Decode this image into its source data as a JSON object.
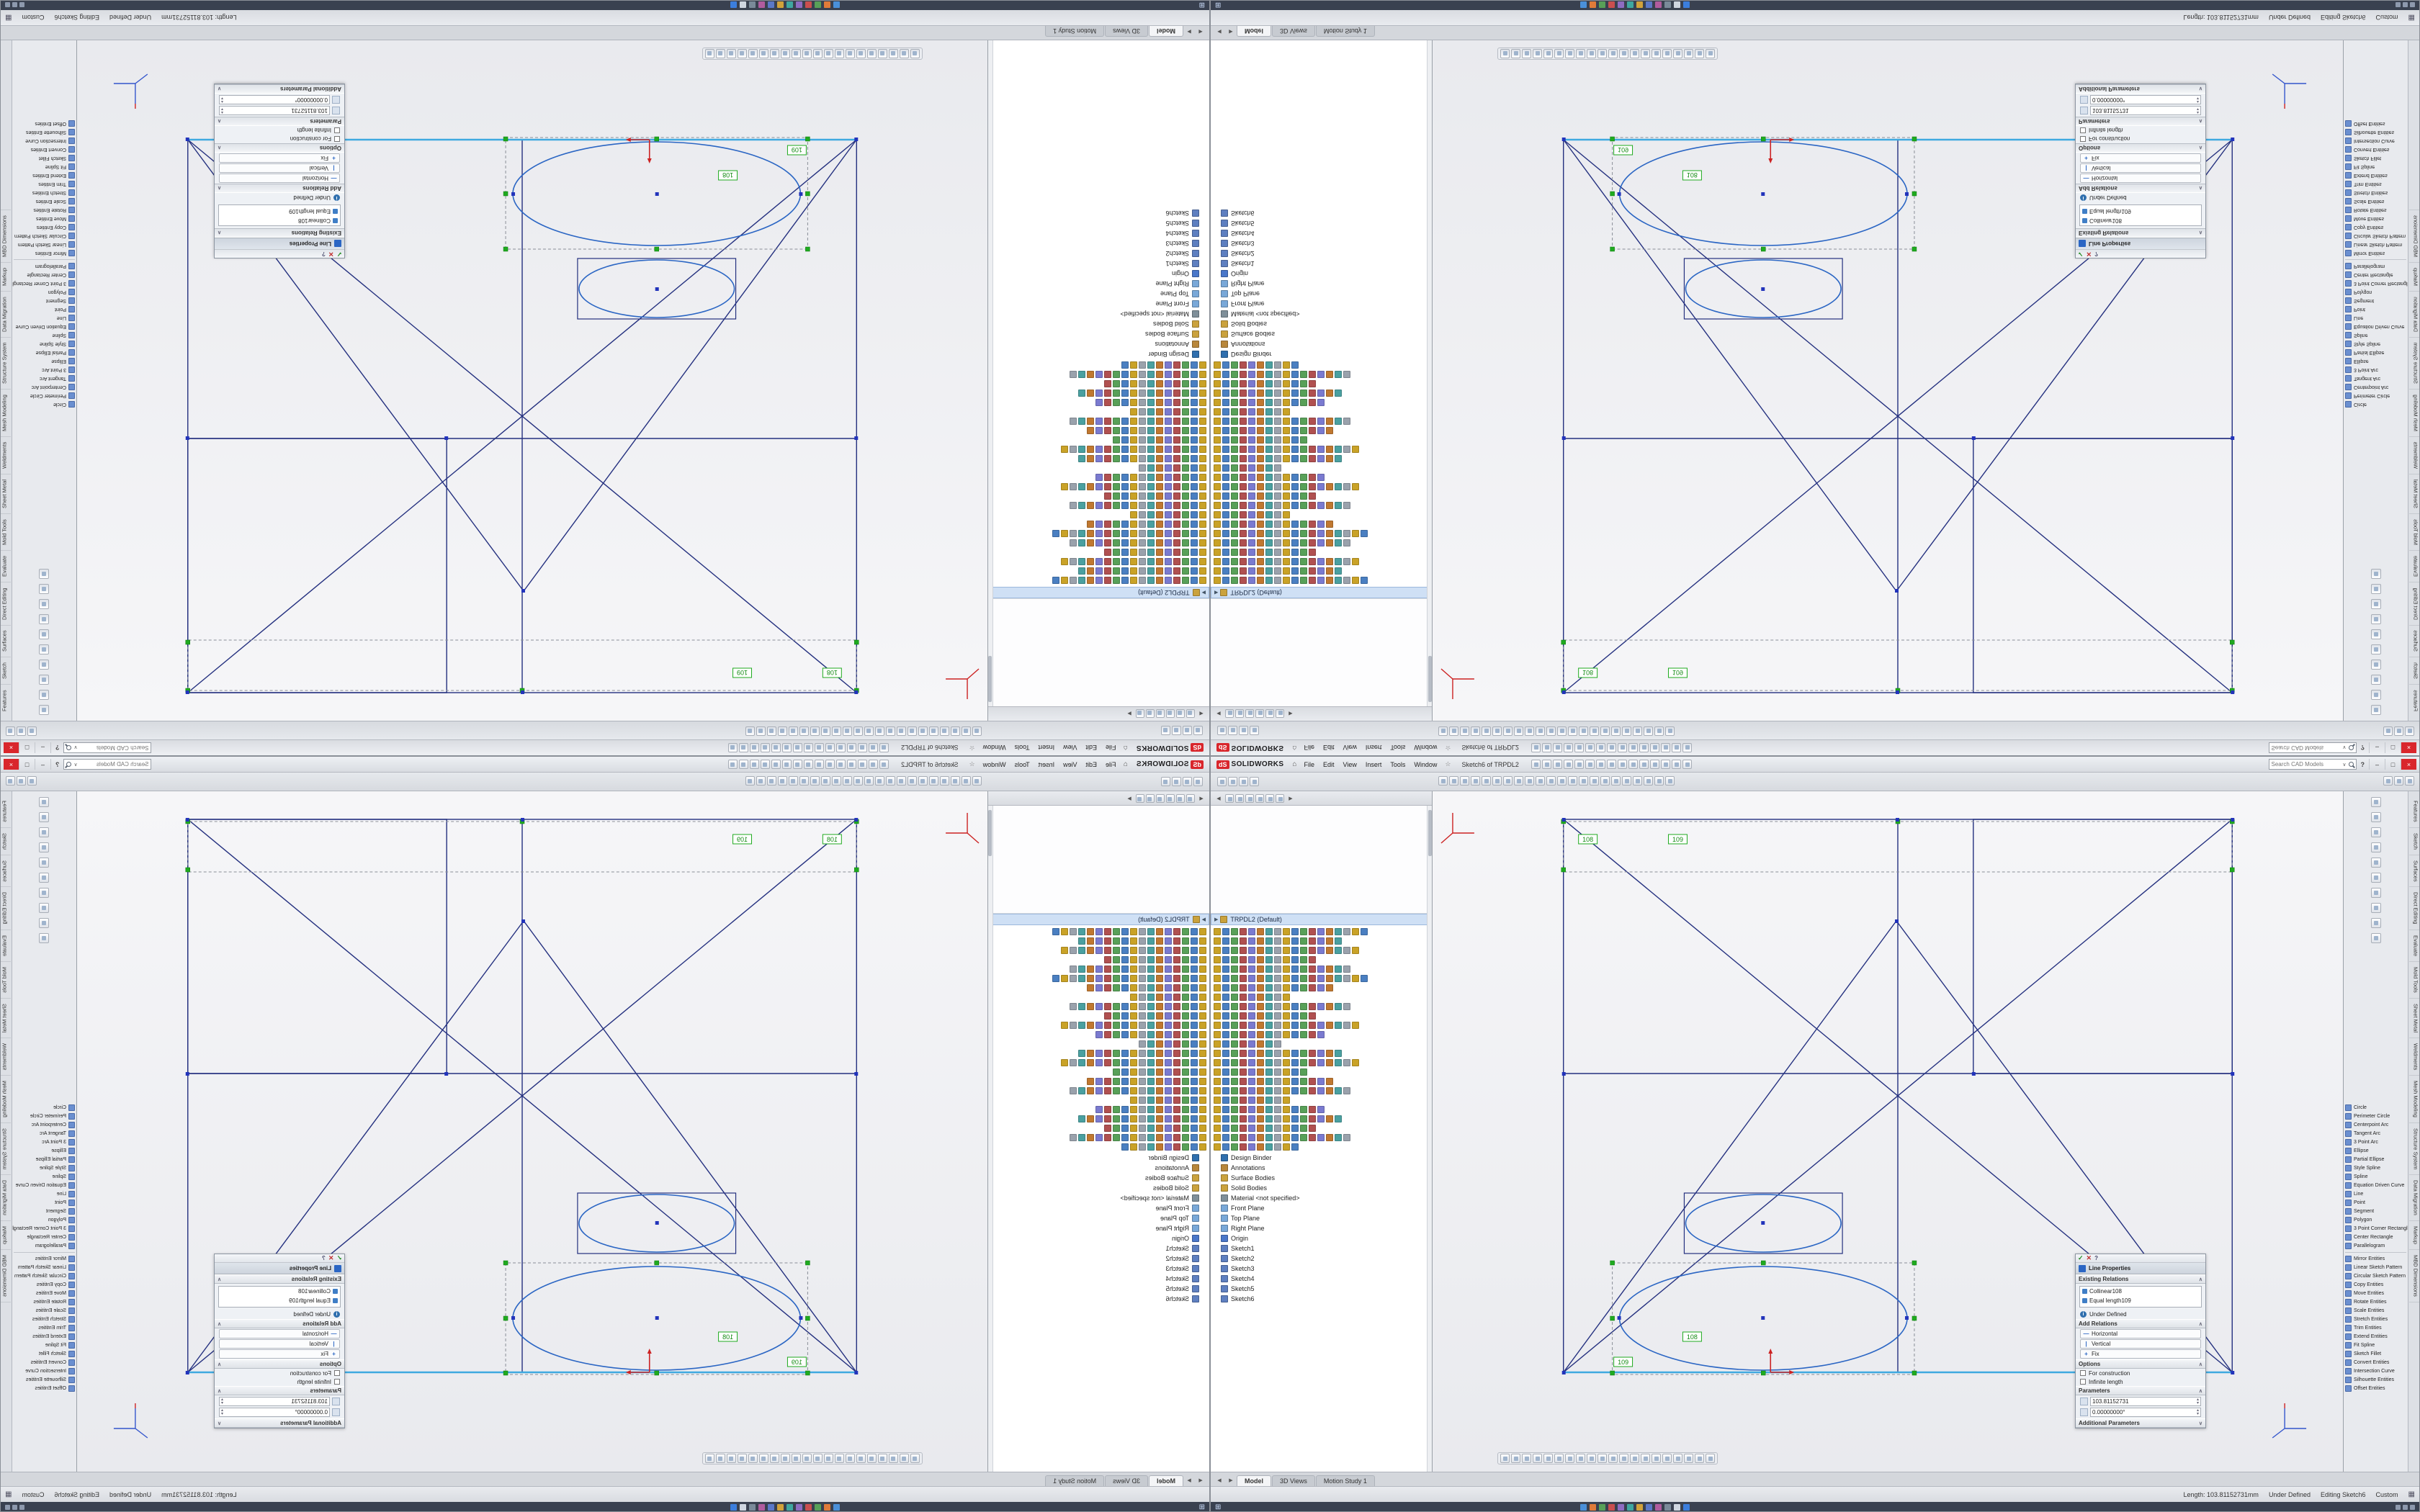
{
  "window": {
    "logo_mark": "dS",
    "brand": "SOLIDWORKS",
    "home_glyph": "⌂",
    "menus": [
      "File",
      "Edit",
      "View",
      "Insert",
      "Tools",
      "Window"
    ],
    "favorite_glyph": "☆",
    "title": "Sketch6 of TRPDL2",
    "search_placeholder": "Search CAD Models",
    "help_label": "?",
    "window_buttons": [
      "–",
      "□",
      "×"
    ]
  },
  "command_tabs": [
    "Features",
    "Sketch",
    "Surfaces",
    "Direct Editing",
    "Evaluate",
    "Mold Tools",
    "Sheet Metal",
    "Weldments",
    "Mesh Modeling",
    "Structure System",
    "Data Migration",
    "Markup",
    "MBD Dimensions"
  ],
  "sketch_toolbar": [
    "Circle",
    "Perimeter Circle",
    "Centerpoint Arc",
    "Tangent Arc",
    "3 Point Arc",
    "Ellipse",
    "Partial Ellipse",
    "Style Spline",
    "Spline",
    "Equation Driven Curve",
    "Line",
    "Point",
    "Segment",
    "Polygon",
    "3 Point Corner Rectangle",
    "Center Rectangle",
    "Parallelogram",
    "",
    "Mirror Entities",
    "Linear Sketch Pattern",
    "Circular Sketch Pattern",
    "Copy Entities",
    "Move Entities",
    "Rotate Entities",
    "Scale Entities",
    "Stretch Entities",
    "Trim Entities",
    "Extend Entities",
    "Fit Spline",
    "Sketch Fillet",
    "Convert Entities",
    "Intersection Curve",
    "Silhouette Entities",
    "Offset Entities"
  ],
  "feature_tree": {
    "root": "TRPDL2 (Default)",
    "items": [
      {
        "label": "Design Binder",
        "icon": "binder"
      },
      {
        "label": "Annotations",
        "icon": "annotations"
      },
      {
        "label": "Surface Bodies",
        "icon": "folder"
      },
      {
        "label": "Solid Bodies",
        "icon": "folder"
      },
      {
        "label": "Material <not specified>",
        "icon": "material"
      },
      {
        "label": "Front Plane",
        "icon": "plane"
      },
      {
        "label": "Top Plane",
        "icon": "plane"
      },
      {
        "label": "Right Plane",
        "icon": "plane"
      },
      {
        "label": "Origin",
        "icon": "origin"
      },
      {
        "label": "Sketch1",
        "icon": "sketch"
      },
      {
        "label": "Sketch2",
        "icon": "sketch"
      },
      {
        "label": "Sketch3",
        "icon": "sketch"
      },
      {
        "label": "Sketch4",
        "icon": "sketch"
      },
      {
        "label": "Sketch5",
        "icon": "sketch"
      },
      {
        "label": "Sketch6",
        "icon": "sketch"
      }
    ],
    "dense_icon_rows": [
      18,
      15,
      17,
      12,
      16,
      18,
      14,
      9,
      16,
      12,
      17,
      13,
      8,
      15,
      17,
      11,
      14,
      16,
      9,
      13,
      15,
      12,
      16,
      10
    ]
  },
  "property_manager": {
    "title": "Line Properties",
    "ok_glyph": "✓",
    "cancel_glyph": "✕",
    "help_glyph": "?",
    "sections": {
      "existing": "Existing Relations",
      "relations": [
        "Collinear108",
        "Equal length109"
      ],
      "information": "Under Defined",
      "add_relations": "Add Relations",
      "relation_buttons": [
        {
          "label": "Horizontal",
          "glyph": "—"
        },
        {
          "label": "Vertical",
          "glyph": "|"
        },
        {
          "label": "Fix",
          "glyph": "+"
        }
      ],
      "options": "Options",
      "option_checks": [
        "For construction",
        "Infinite length"
      ],
      "parameters": "Parameters",
      "param_values": [
        "103.81152731",
        "0.00000000°"
      ],
      "additional": "Additional Parameters"
    }
  },
  "graphics": {
    "relation_tags": [
      "108",
      "109",
      "109",
      "108"
    ]
  },
  "model_tabs": [
    {
      "label": "Model",
      "active": true
    },
    {
      "label": "3D Views",
      "active": false
    },
    {
      "label": "Motion Study 1",
      "active": false
    }
  ],
  "status_bar": {
    "length": "Length: 103.81152731mm",
    "state": "Under Defined",
    "editing": "Editing Sketch6",
    "display_style": "Custom",
    "grid_glyph": "▦"
  },
  "taskbar": {
    "start_glyph": "⊞",
    "icon_colors": [
      "#4a90d9",
      "#e07b39",
      "#58a058",
      "#c94f4f",
      "#8e6cc1",
      "#3fa7a0",
      "#d2a23a",
      "#5b78c7",
      "#b05c9e",
      "#7a8a99",
      "#cfd6e0",
      "#3b7edd"
    ]
  }
}
